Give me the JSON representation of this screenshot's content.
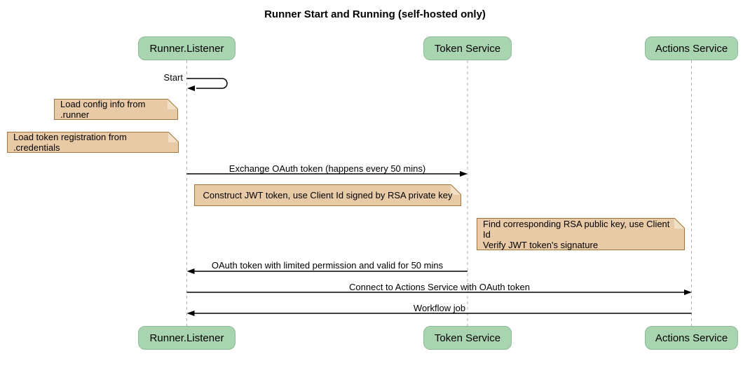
{
  "title": "Runner Start and Running (self-hosted only)",
  "participants": [
    {
      "name": "Runner.Listener"
    },
    {
      "name": "Token Service"
    },
    {
      "name": "Actions Service"
    }
  ],
  "messages": [
    {
      "label": "Start",
      "from": "Runner.Listener",
      "to": "Runner.Listener",
      "kind": "self"
    },
    {
      "label": "Exchange OAuth token (happens every 50 mins)",
      "from": "Runner.Listener",
      "to": "Token Service",
      "kind": "solid-arrow"
    },
    {
      "label": "OAuth token with limited permission and valid for 50 mins",
      "from": "Token Service",
      "to": "Runner.Listener",
      "kind": "solid-arrow"
    },
    {
      "label": "Connect to Actions Service with OAuth token",
      "from": "Runner.Listener",
      "to": "Actions Service",
      "kind": "solid-arrow"
    },
    {
      "label": "Workflow job",
      "from": "Actions Service",
      "to": "Runner.Listener",
      "kind": "solid-arrow"
    }
  ],
  "notes": [
    {
      "text": "Load config info from .runner",
      "position": "left of Runner.Listener"
    },
    {
      "text": "Load token registration from .credentials",
      "position": "left of Runner.Listener"
    },
    {
      "text": "Construct JWT token, use Client Id signed by RSA private key",
      "position": "between Runner.Listener and Token Service"
    },
    {
      "text": "Find corresponding RSA public key, use Client Id\nVerify JWT token's signature",
      "position": "left of Actions Service"
    }
  ],
  "colors": {
    "background": "#ffffff",
    "participant_fill": "#a8d4b0",
    "participant_border": "#8dbb98",
    "note_fill": "#e9caa6",
    "note_border": "#a1763b",
    "lifeline": "#b3b3b3",
    "arrow": "#000000"
  }
}
